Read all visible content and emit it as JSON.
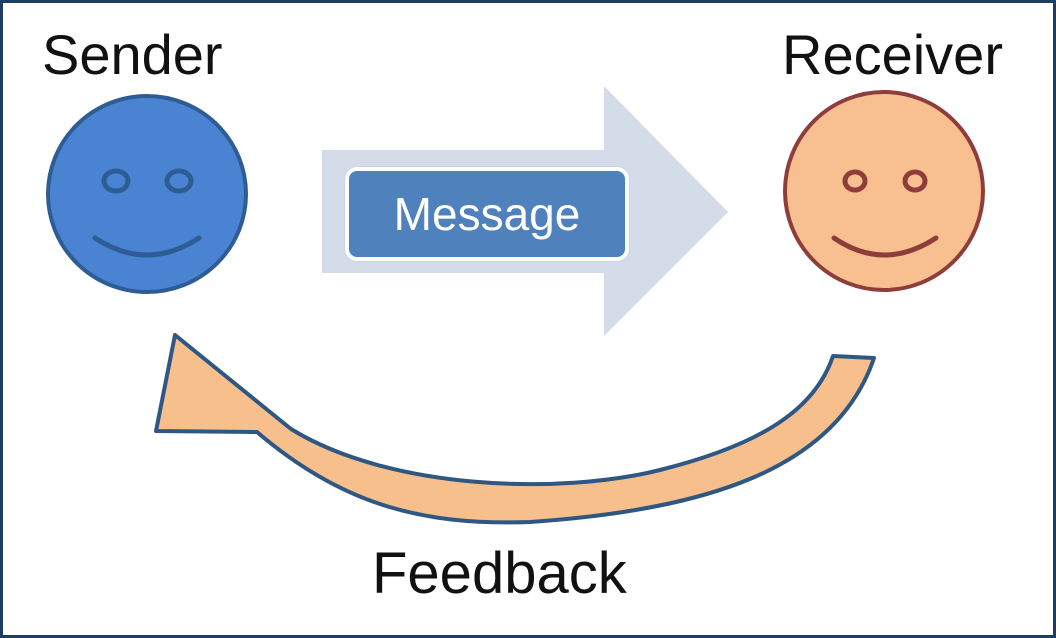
{
  "diagram": {
    "sender_label": "Sender",
    "receiver_label": "Receiver",
    "message_label": "Message",
    "feedback_label": "Feedback"
  },
  "colors": {
    "frame_border": "#1f3d63",
    "sender_fill": "#4a83d1",
    "sender_stroke": "#2e5c94",
    "receiver_fill": "#f8c090",
    "receiver_stroke": "#8f3d3b",
    "message_arrow_fill": "#d4dcea",
    "message_box_fill": "#4f81bd",
    "feedback_arrow_fill": "#f7bf8c",
    "feedback_arrow_stroke": "#2f5784"
  },
  "icons": {
    "sender": "smiley-face-icon",
    "receiver": "smiley-face-icon",
    "message_arrow": "right-arrow-icon",
    "feedback_arrow": "curved-arrow-icon"
  }
}
